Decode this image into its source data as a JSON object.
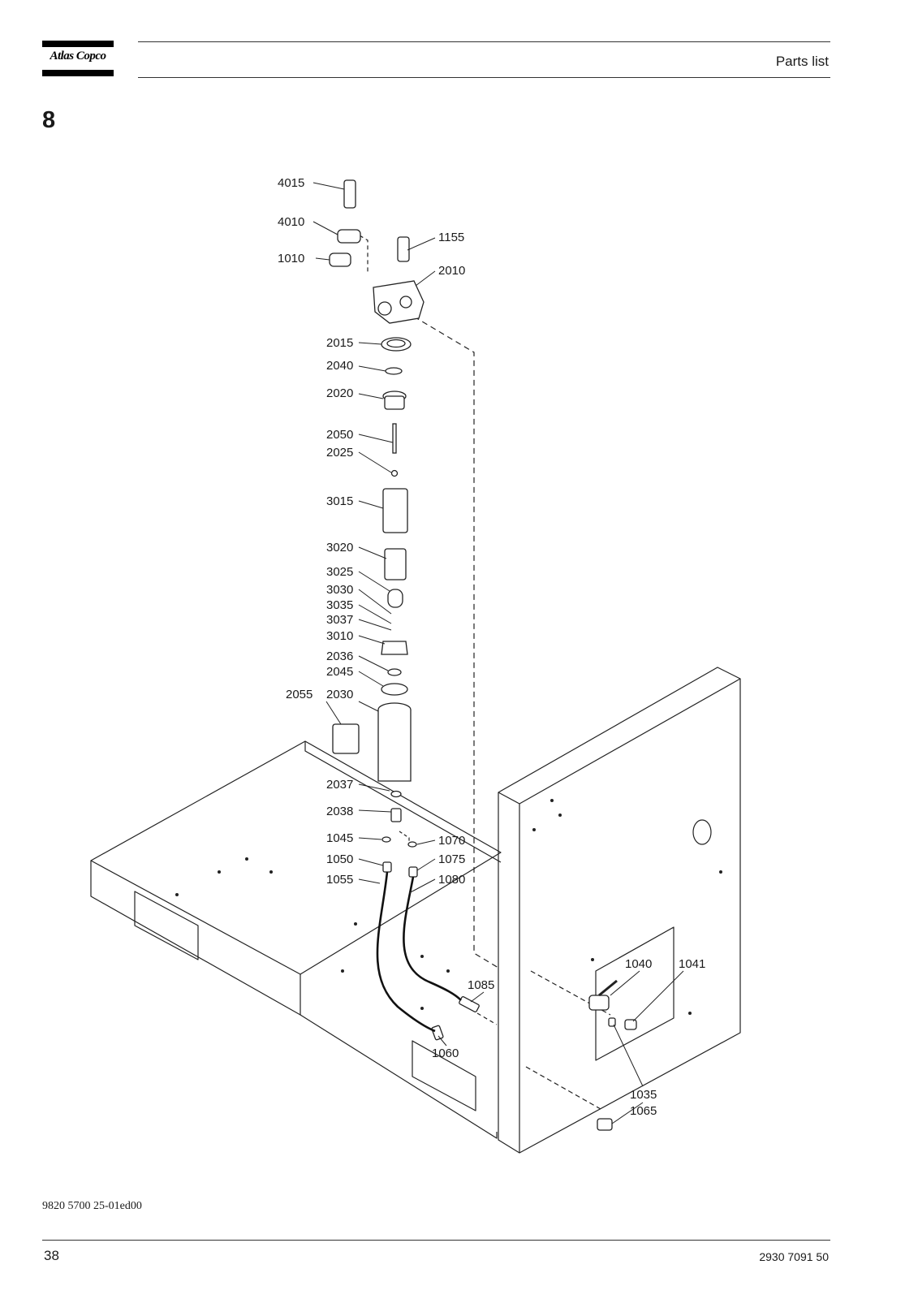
{
  "header": {
    "logo_text": "Atlas Copco",
    "title": "Parts list"
  },
  "section_number": "8",
  "drawing": {
    "callouts": [
      "4015",
      "4010",
      "1155",
      "1010",
      "2010",
      "2015",
      "2040",
      "2020",
      "2050",
      "2025",
      "3015",
      "3020",
      "3025",
      "3030",
      "3035",
      "3037",
      "3010",
      "2036",
      "2045",
      "2055",
      "2030",
      "2037",
      "2038",
      "1045",
      "1070",
      "1050",
      "1075",
      "1055",
      "1080",
      "1085",
      "1060",
      "1040",
      "1041",
      "1035",
      "1065"
    ]
  },
  "footer": {
    "doc_code": "9820 5700 25-01ed00",
    "page_number": "38",
    "document_number": "2930 7091 50"
  }
}
